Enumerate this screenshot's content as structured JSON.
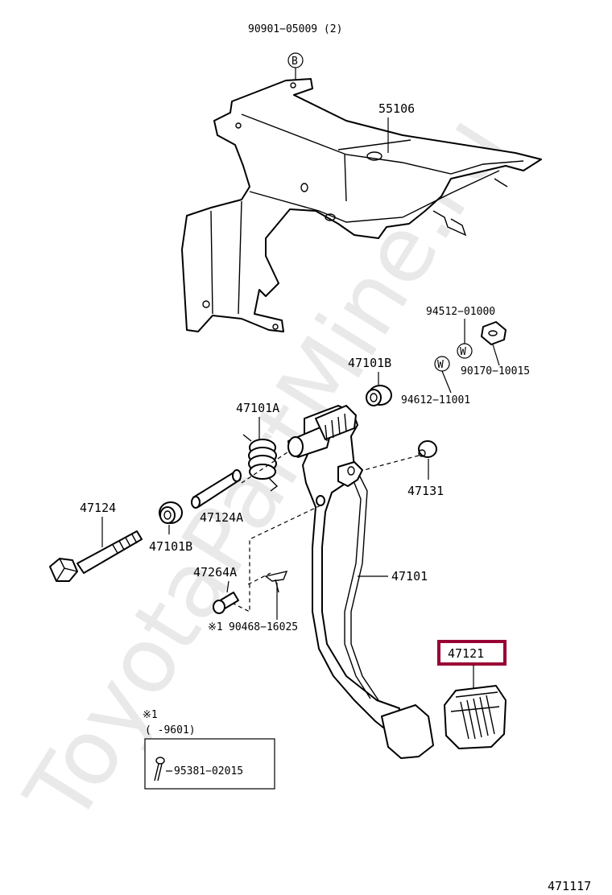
{
  "watermark": "ToyotaPartMine.ru",
  "highlight_color": "#990033",
  "labels": {
    "p9090105009": "90901−05009 (2)",
    "symbol_b": "B",
    "p55106": "55106",
    "p9451201000": "94512−01000",
    "symbol_w1": "W",
    "symbol_w2": "W",
    "p9017010015": "90170−10015",
    "p47101b_top": "47101B",
    "p9461211001": "94612−11001",
    "p47101a": "47101A",
    "p47131": "47131",
    "p47124": "47124",
    "p47124a": "47124A",
    "p47101b_left": "47101B",
    "p47264a": "47264A",
    "p47101": "47101",
    "note_mark": "※1",
    "p9046816025": "90468−16025",
    "p47121": "47121",
    "note_header": "※1",
    "note_range": "(       -9601)",
    "p9538102015": "95381−02015",
    "diagram_code": "471117"
  }
}
